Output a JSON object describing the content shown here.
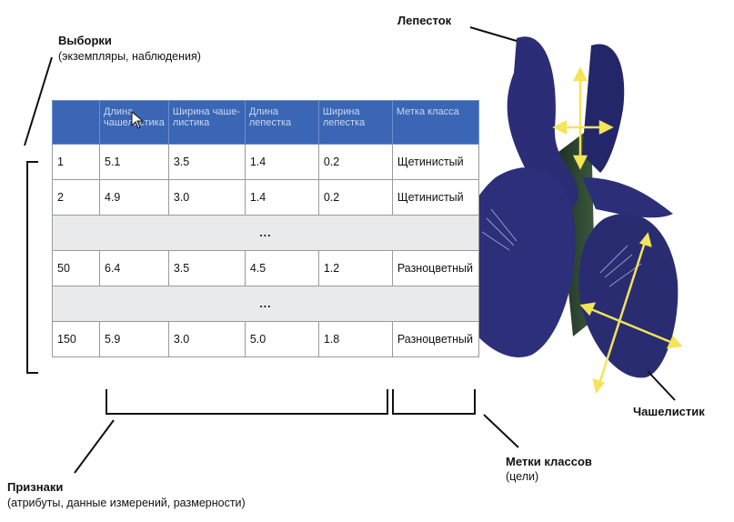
{
  "labels": {
    "samples_title": "Выборки",
    "samples_sub": "(экземпляры, наблюдения)",
    "petal": "Лепесток",
    "sepal": "Чашелистик",
    "class_labels_title": "Метки классов",
    "class_labels_sub": "(цели)",
    "features_title": "Признаки",
    "features_sub": "(атрибуты, данные измерений, размерности)"
  },
  "table": {
    "headers": [
      "",
      "Длина чашелистика",
      "Ширина чаше-листика",
      "Длина лепестка",
      "Ширина лепестка",
      "Метка класса"
    ],
    "rows": [
      [
        "1",
        "5.1",
        "3.5",
        "1.4",
        "0.2",
        "Щетинистый"
      ],
      [
        "2",
        "4.9",
        "3.0",
        "1.4",
        "0.2",
        "Щетинистый"
      ],
      [
        "...",
        "",
        "",
        "",
        "",
        ""
      ],
      [
        "50",
        "6.4",
        "3.5",
        "4.5",
        "1.2",
        "Разноцветный"
      ],
      [
        "...",
        "",
        "",
        "",
        "",
        ""
      ],
      [
        "150",
        "5.9",
        "3.0",
        "5.0",
        "1.8",
        "Разноцветный"
      ]
    ]
  },
  "colors": {
    "header_bg": "#3a66b5",
    "flower": "#2a2a6e",
    "arrow": "#f3e45a"
  }
}
